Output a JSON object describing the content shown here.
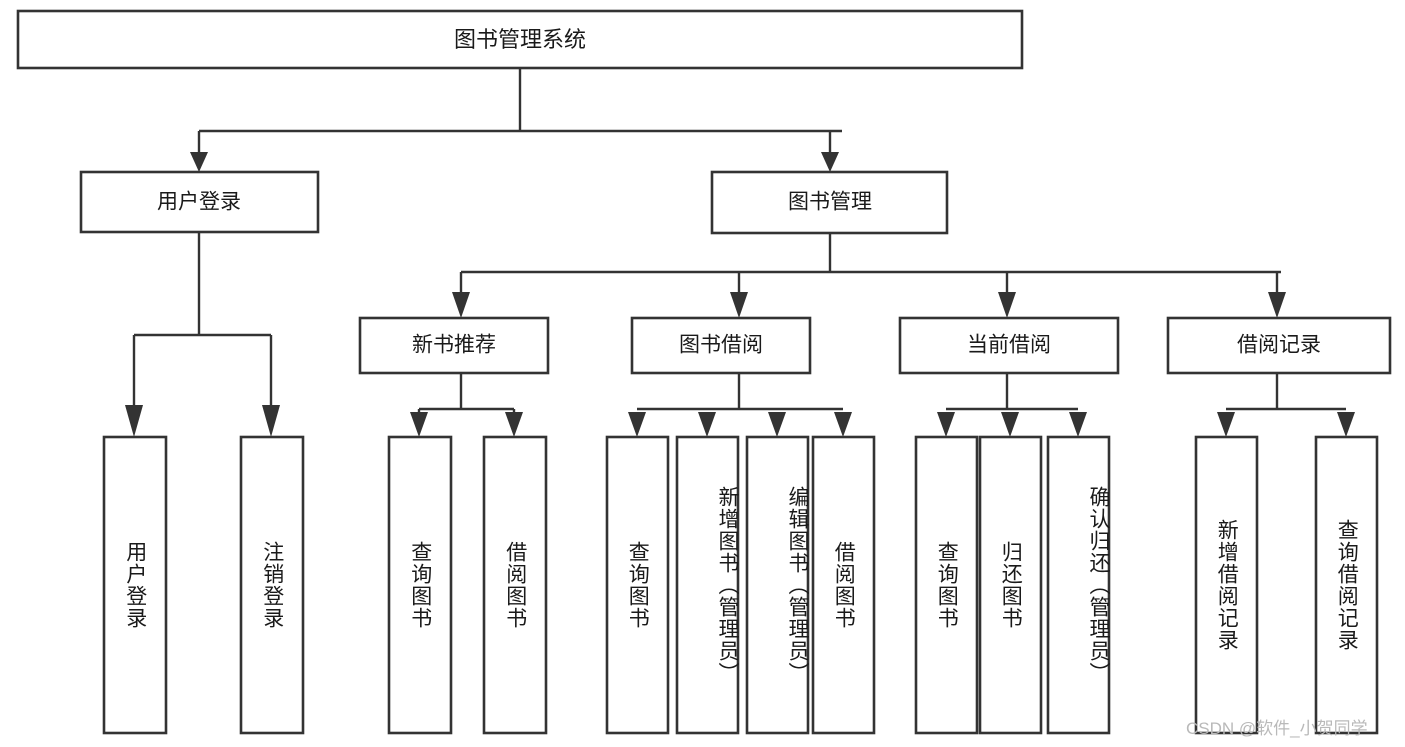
{
  "diagram": {
    "type": "tree-hierarchy",
    "title": "图书管理系统",
    "watermark": "CSDN @软件_小贺同学",
    "levels": 4,
    "root": {
      "id": "root",
      "label": "图书管理系统",
      "orientation": "horizontal"
    },
    "level1": [
      {
        "id": "user-login",
        "label": "用户登录",
        "orientation": "horizontal"
      },
      {
        "id": "book-manage",
        "label": "图书管理",
        "orientation": "horizontal"
      }
    ],
    "level2": [
      {
        "id": "new-book-recommend",
        "label": "新书推荐",
        "parent": "book-manage",
        "orientation": "horizontal"
      },
      {
        "id": "book-borrow",
        "label": "图书借阅",
        "parent": "book-manage",
        "orientation": "horizontal"
      },
      {
        "id": "current-borrow",
        "label": "当前借阅",
        "parent": "book-manage",
        "orientation": "horizontal"
      },
      {
        "id": "borrow-record",
        "label": "借阅记录",
        "parent": "book-manage",
        "orientation": "horizontal"
      }
    ],
    "leaves": [
      {
        "id": "leaf-user-login",
        "label": "用户登录",
        "parent": "user-login",
        "orientation": "vertical"
      },
      {
        "id": "leaf-user-logout",
        "label": "注销登录",
        "parent": "user-login",
        "orientation": "vertical"
      },
      {
        "id": "leaf-query-book-1",
        "label": "查询图书",
        "parent": "new-book-recommend",
        "orientation": "vertical"
      },
      {
        "id": "leaf-borrow-book-1",
        "label": "借阅图书",
        "parent": "new-book-recommend",
        "orientation": "vertical"
      },
      {
        "id": "leaf-query-book-2",
        "label": "查询图书",
        "parent": "book-borrow",
        "orientation": "vertical"
      },
      {
        "id": "leaf-add-book",
        "label": "新增图书（管理员）",
        "parent": "book-borrow",
        "orientation": "vertical"
      },
      {
        "id": "leaf-edit-book",
        "label": "编辑图书（管理员）",
        "parent": "book-borrow",
        "orientation": "vertical"
      },
      {
        "id": "leaf-borrow-book-2",
        "label": "借阅图书",
        "parent": "book-borrow",
        "orientation": "vertical"
      },
      {
        "id": "leaf-query-book-3",
        "label": "查询图书",
        "parent": "current-borrow",
        "orientation": "vertical"
      },
      {
        "id": "leaf-return-book",
        "label": "归还图书",
        "parent": "current-borrow",
        "orientation": "vertical"
      },
      {
        "id": "leaf-confirm-return",
        "label": "确认归还（管理员）",
        "parent": "current-borrow",
        "orientation": "vertical"
      },
      {
        "id": "leaf-add-record",
        "label": "新增借阅记录",
        "parent": "borrow-record",
        "orientation": "vertical"
      },
      {
        "id": "leaf-query-record",
        "label": "查询借阅记录",
        "parent": "borrow-record",
        "orientation": "vertical"
      }
    ],
    "colors": {
      "background": "#ffffff",
      "box_fill": "#ffffff",
      "box_stroke": "#333333",
      "connector": "#333333",
      "text": "#1a1a1a",
      "watermark": "#b9b9b9"
    }
  }
}
